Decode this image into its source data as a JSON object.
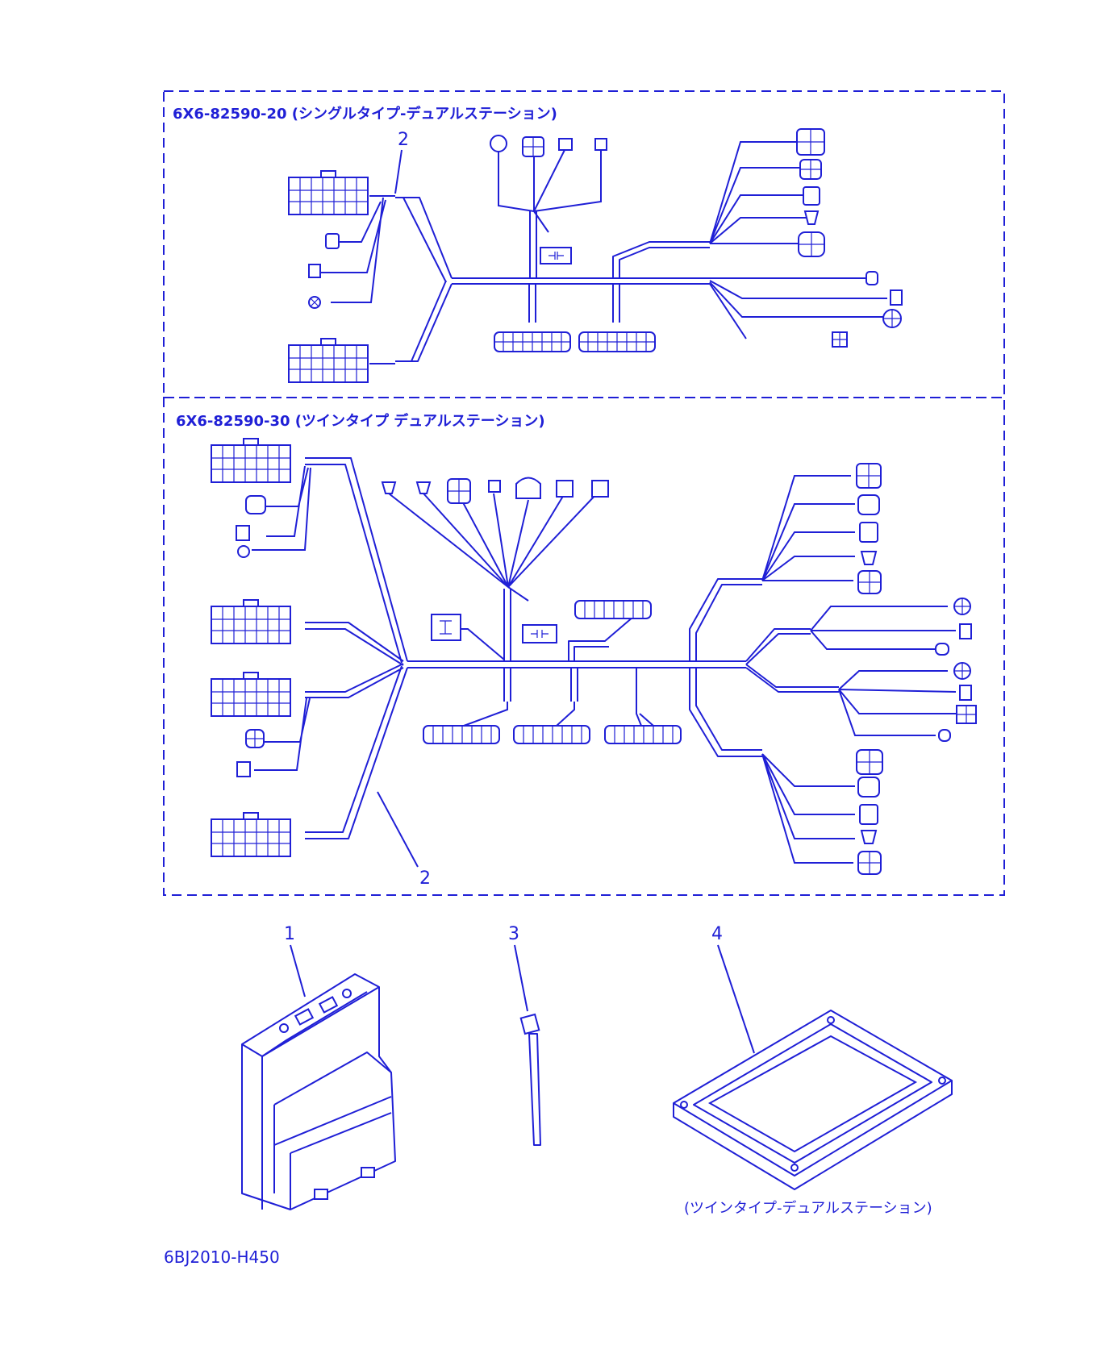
{
  "sections": {
    "single": {
      "title": "6X6-82590-20 (シングルタイプ-デュアルステーション)"
    },
    "twin": {
      "title": "6X6-82590-30 (ツインタイプ デュアルステーション)"
    }
  },
  "callouts": {
    "harness_single": "2",
    "harness_twin": "2",
    "ecu": "1",
    "tie": "3",
    "frame": "4"
  },
  "frame_note": "(ツインタイプ-デュアルステーション)",
  "footer": {
    "code": "6BJ2010-H450"
  },
  "colors": {
    "line": "#1f1fd6",
    "background": "#ffffff"
  }
}
